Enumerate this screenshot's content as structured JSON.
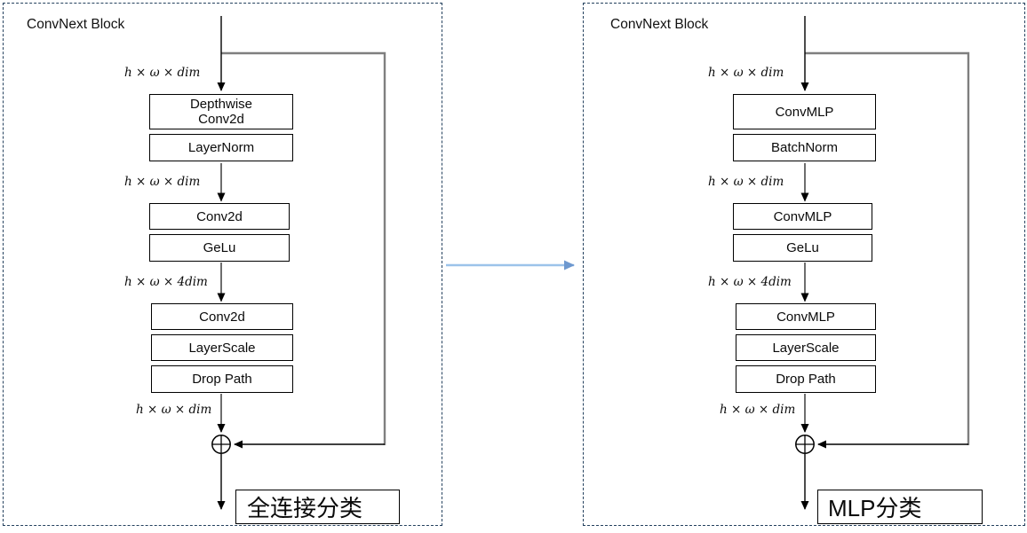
{
  "left_panel": {
    "title": "ConvNext Block",
    "dim1": "h × ω × dim",
    "dim2": "h × ω × dim",
    "dim3": "h × ω × 4dim",
    "dim4": "h × ω × dim",
    "box1_line1": "Depthwise",
    "box1_line2": "Conv2d",
    "box2": "LayerNorm",
    "box3": "Conv2d",
    "box4": "GeLu",
    "box5": "Conv2d",
    "box6": "LayerScale",
    "box7": "Drop Path",
    "sum_operator": "⊕",
    "output_box": "全连接分类"
  },
  "right_panel": {
    "title": "ConvNext Block",
    "dim1": "h × ω × dim",
    "dim2": "h × ω × dim",
    "dim3": "h × ω × 4dim",
    "dim4": "h × ω × dim",
    "box1": "ConvMLP",
    "box2": "BatchNorm",
    "box3": "ConvMLP",
    "box4": "GeLu",
    "box5": "ConvMLP",
    "box6": "LayerScale",
    "box7": "Drop Path",
    "sum_operator": "⊕",
    "output_box": "MLP分类"
  },
  "colors": {
    "panel_border": "#24415e",
    "box_border": "#000000",
    "arrow": "#000000",
    "connector": "#3d3d3d",
    "skip_connector": "#7f7f7f",
    "transition_arrow_line": "#9cc3ea",
    "transition_arrow_head": "#6d98cf"
  }
}
